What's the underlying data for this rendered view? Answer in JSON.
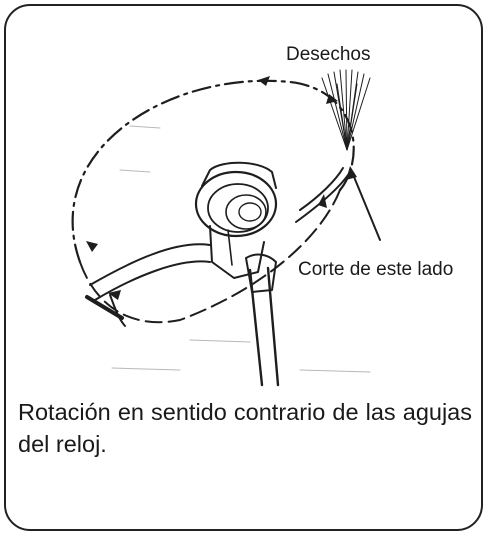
{
  "labels": {
    "debris": "Desechos",
    "cut_side": "Corte de este lado"
  },
  "caption": "Rotación en sentido contrario de las agujas del reloj.",
  "icons": {
    "illustration": "string-trimmer-head-illustration",
    "rotation_arrows": "counterclockwise-arrows-icon"
  },
  "colors": {
    "border": "#222222",
    "ink": "#1a1a1a",
    "background": "#ffffff"
  }
}
